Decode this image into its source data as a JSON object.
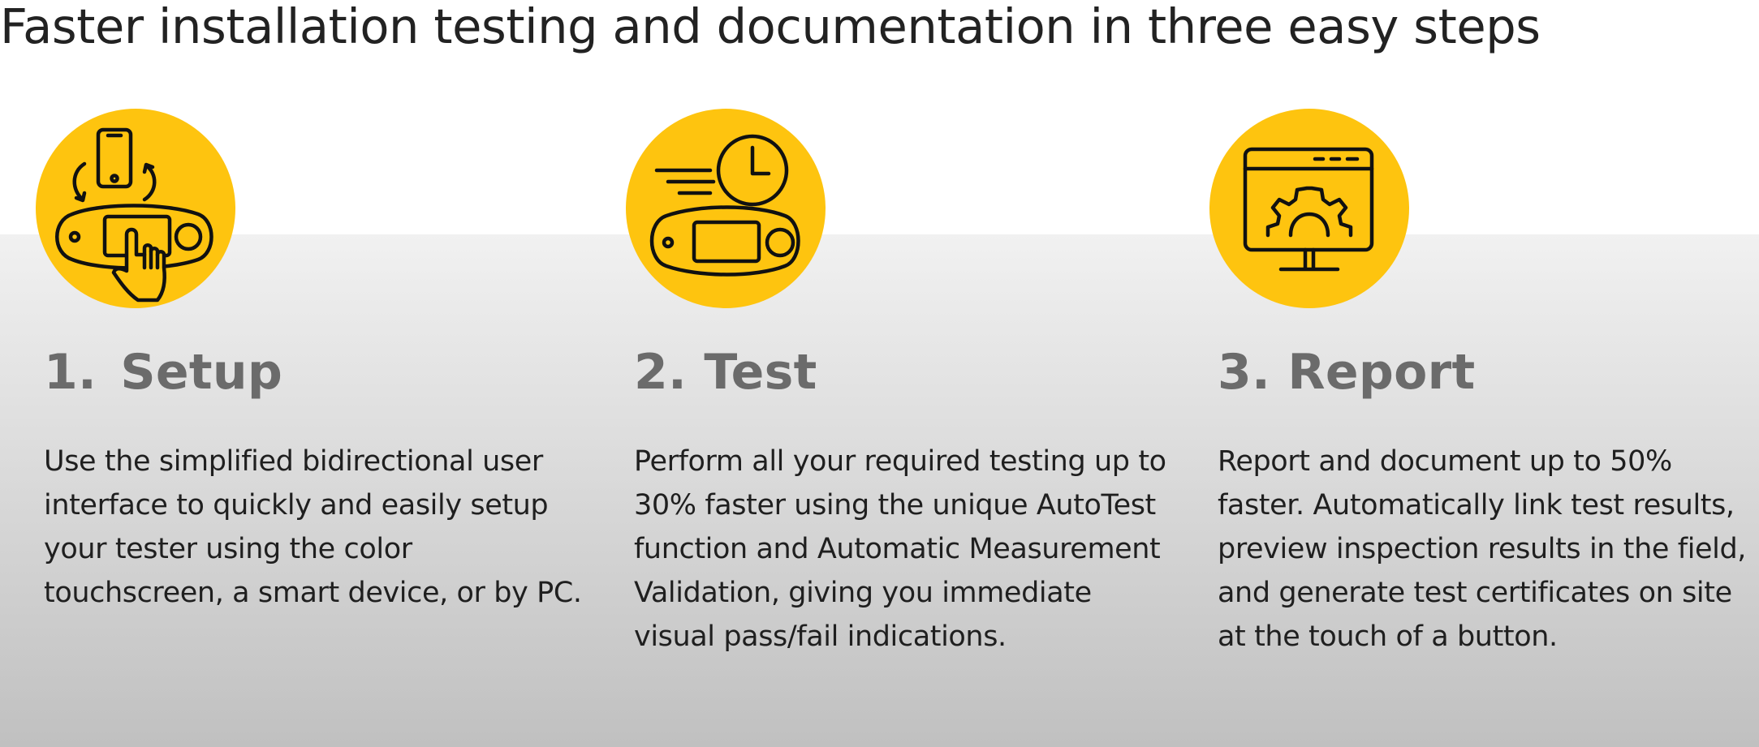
{
  "title": "Faster installation testing and documentation in three easy steps",
  "colors": {
    "accent_yellow": "#fec40f",
    "heading_gray": "#6b6b6b",
    "text_dark": "#1f1f1f"
  },
  "steps": [
    {
      "heading": "1. Setup",
      "icon": "tester-touch-setup-icon",
      "text": "Use the simplified bidirectional user interface to quickly and easily setup your tester using the color touchscreen, a smart device, or by PC."
    },
    {
      "heading": "2. Test",
      "icon": "fast-tester-clock-icon",
      "text": "Perform all your required testing up to 30% faster using the unique AutoTest function and Automatic Measurement Validation, giving you immediate visual pass/fail indications."
    },
    {
      "heading": "3. Report",
      "icon": "monitor-gear-report-icon",
      "text": "Report and document up to 50% faster. Automatically link test results, preview inspection results in the field, and generate test certificates on site at the touch of a button."
    }
  ]
}
